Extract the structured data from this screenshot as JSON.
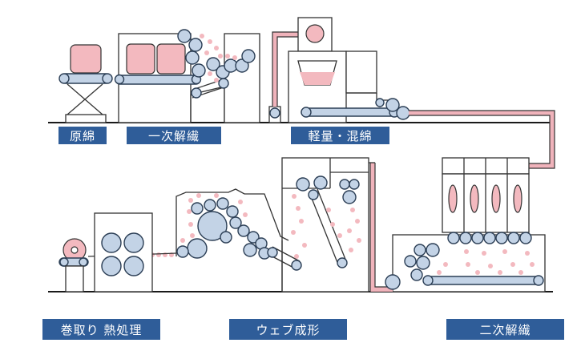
{
  "colors": {
    "label_bg": "#2f5d99",
    "machine_outline": "#333333",
    "roller_fill": "#c3d3e6",
    "roller_stroke": "#2b3e55",
    "fiber_pink": "#f3b9bf",
    "duct_pink": "#f0b3bb",
    "floor_line": "#1a1a1a"
  },
  "stages": {
    "raw_cotton": "原綿",
    "primary_opening": "一次解繊",
    "weighing_mixing": "軽量・混綿",
    "secondary_opening": "二次解繊",
    "web_forming": "ウェブ成形",
    "winding_heat": "巻取り 熱処理"
  }
}
